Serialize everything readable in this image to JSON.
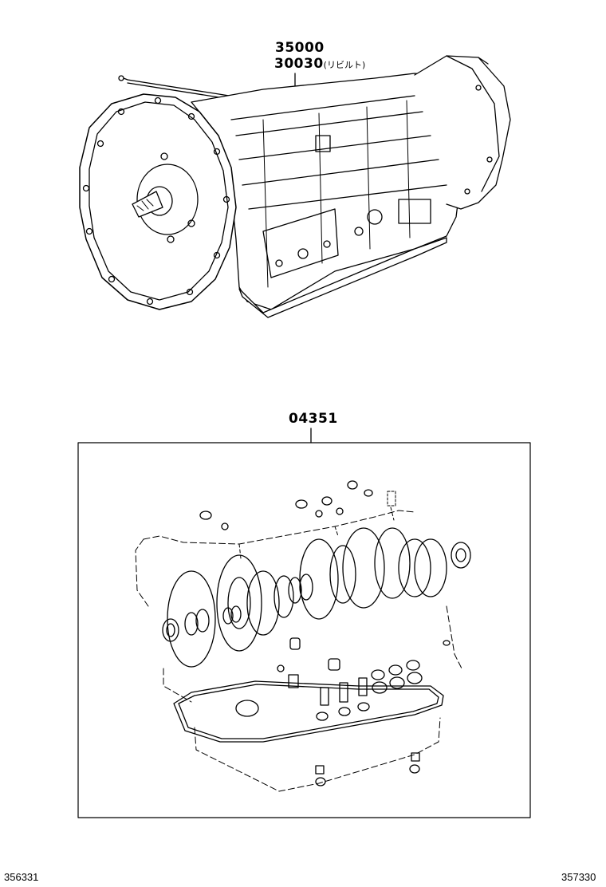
{
  "callouts": {
    "transmission_assy": "35000",
    "transmission_rebuilt": "30030",
    "rebuilt_note": "(リビルト)",
    "overhaul_kit": "04351"
  },
  "footer": {
    "left_ref": "356331",
    "right_ref": "357330"
  }
}
